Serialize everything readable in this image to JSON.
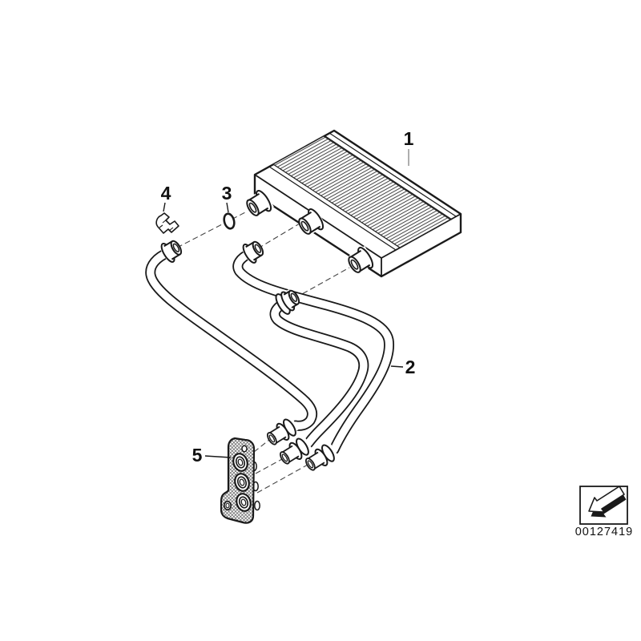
{
  "callouts": [
    {
      "label": "1"
    },
    {
      "label": "2"
    },
    {
      "label": "3"
    },
    {
      "label": "4"
    },
    {
      "label": "5"
    }
  ],
  "stamp": {
    "part_number": "00127419",
    "icon": "change-arrow"
  },
  "colors": {
    "line": "#1a1a1a",
    "leader_gray": "#999999",
    "background": "#ffffff"
  }
}
